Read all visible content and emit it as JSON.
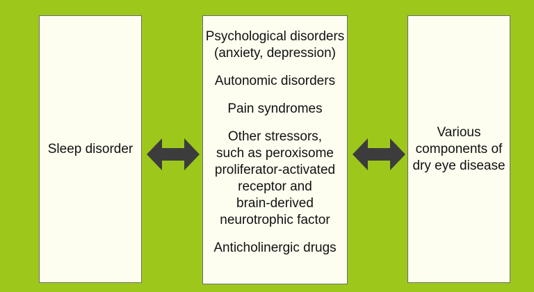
{
  "left_box": {
    "label": "Sleep disorder"
  },
  "center_box": {
    "items": [
      "Psychological disorders\n(anxiety, depression)",
      "Autonomic disorders",
      "Pain syndromes",
      "Other stressors,\nsuch as peroxisome\nproliferator-activated\nreceptor and\nbrain-derived\nneurotrophic factor",
      "Anticholinergic drugs"
    ]
  },
  "right_box": {
    "label": "Various\ncomponents of\ndry eye disease"
  },
  "colors": {
    "background": "#9dc81b",
    "box_fill": "#fdfdf0",
    "arrow": "#3c3c3c"
  },
  "icons": [
    "double-arrow-icon",
    "double-arrow-icon"
  ]
}
